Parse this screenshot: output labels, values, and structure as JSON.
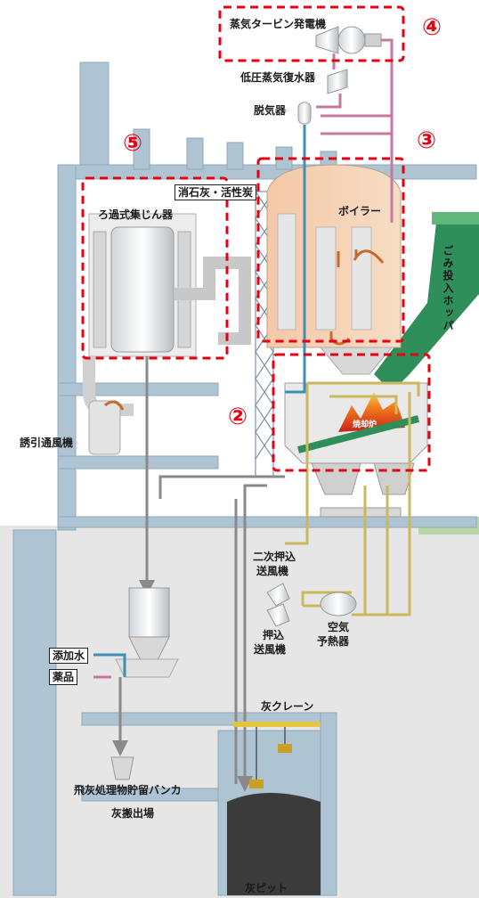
{
  "labels": {
    "turbine": "蒸気タービン発電機",
    "condenser": "低圧蒸気復水器",
    "deaerator": "脱気器",
    "lime": "消石灰・活性炭",
    "bag_filter": "ろ過式集じん器",
    "boiler": "ボイラー",
    "hopper": "ごみ投入ホッパ",
    "idf": "誘引通風機",
    "incinerator": "焼却炉",
    "secondary_fan_1": "二次押込",
    "secondary_fan_2": "送風機",
    "forced_fan_1": "押込",
    "forced_fan_2": "送風機",
    "air_heater_1": "空気",
    "air_heater_2": "予熱器",
    "water": "添加水",
    "chemicals": "薬品",
    "ash_crane": "灰クレーン",
    "fly_ash_bunker": "飛灰処理物貯留バンカ",
    "ash_out": "灰搬出場",
    "ash_pit": "灰ピット"
  },
  "markers": [
    "④",
    "③",
    "⑤",
    "②"
  ],
  "colors": {
    "accent": "#e60012",
    "steel": "#aec4d3",
    "pipe_blue": "#3d8fb5",
    "pipe_pink": "#c47a9c",
    "pipe_yellow": "#c9b85c",
    "pipe_gray": "#8a8a8a",
    "flame": "#e85a1c",
    "grass": "#2f8f5a"
  }
}
